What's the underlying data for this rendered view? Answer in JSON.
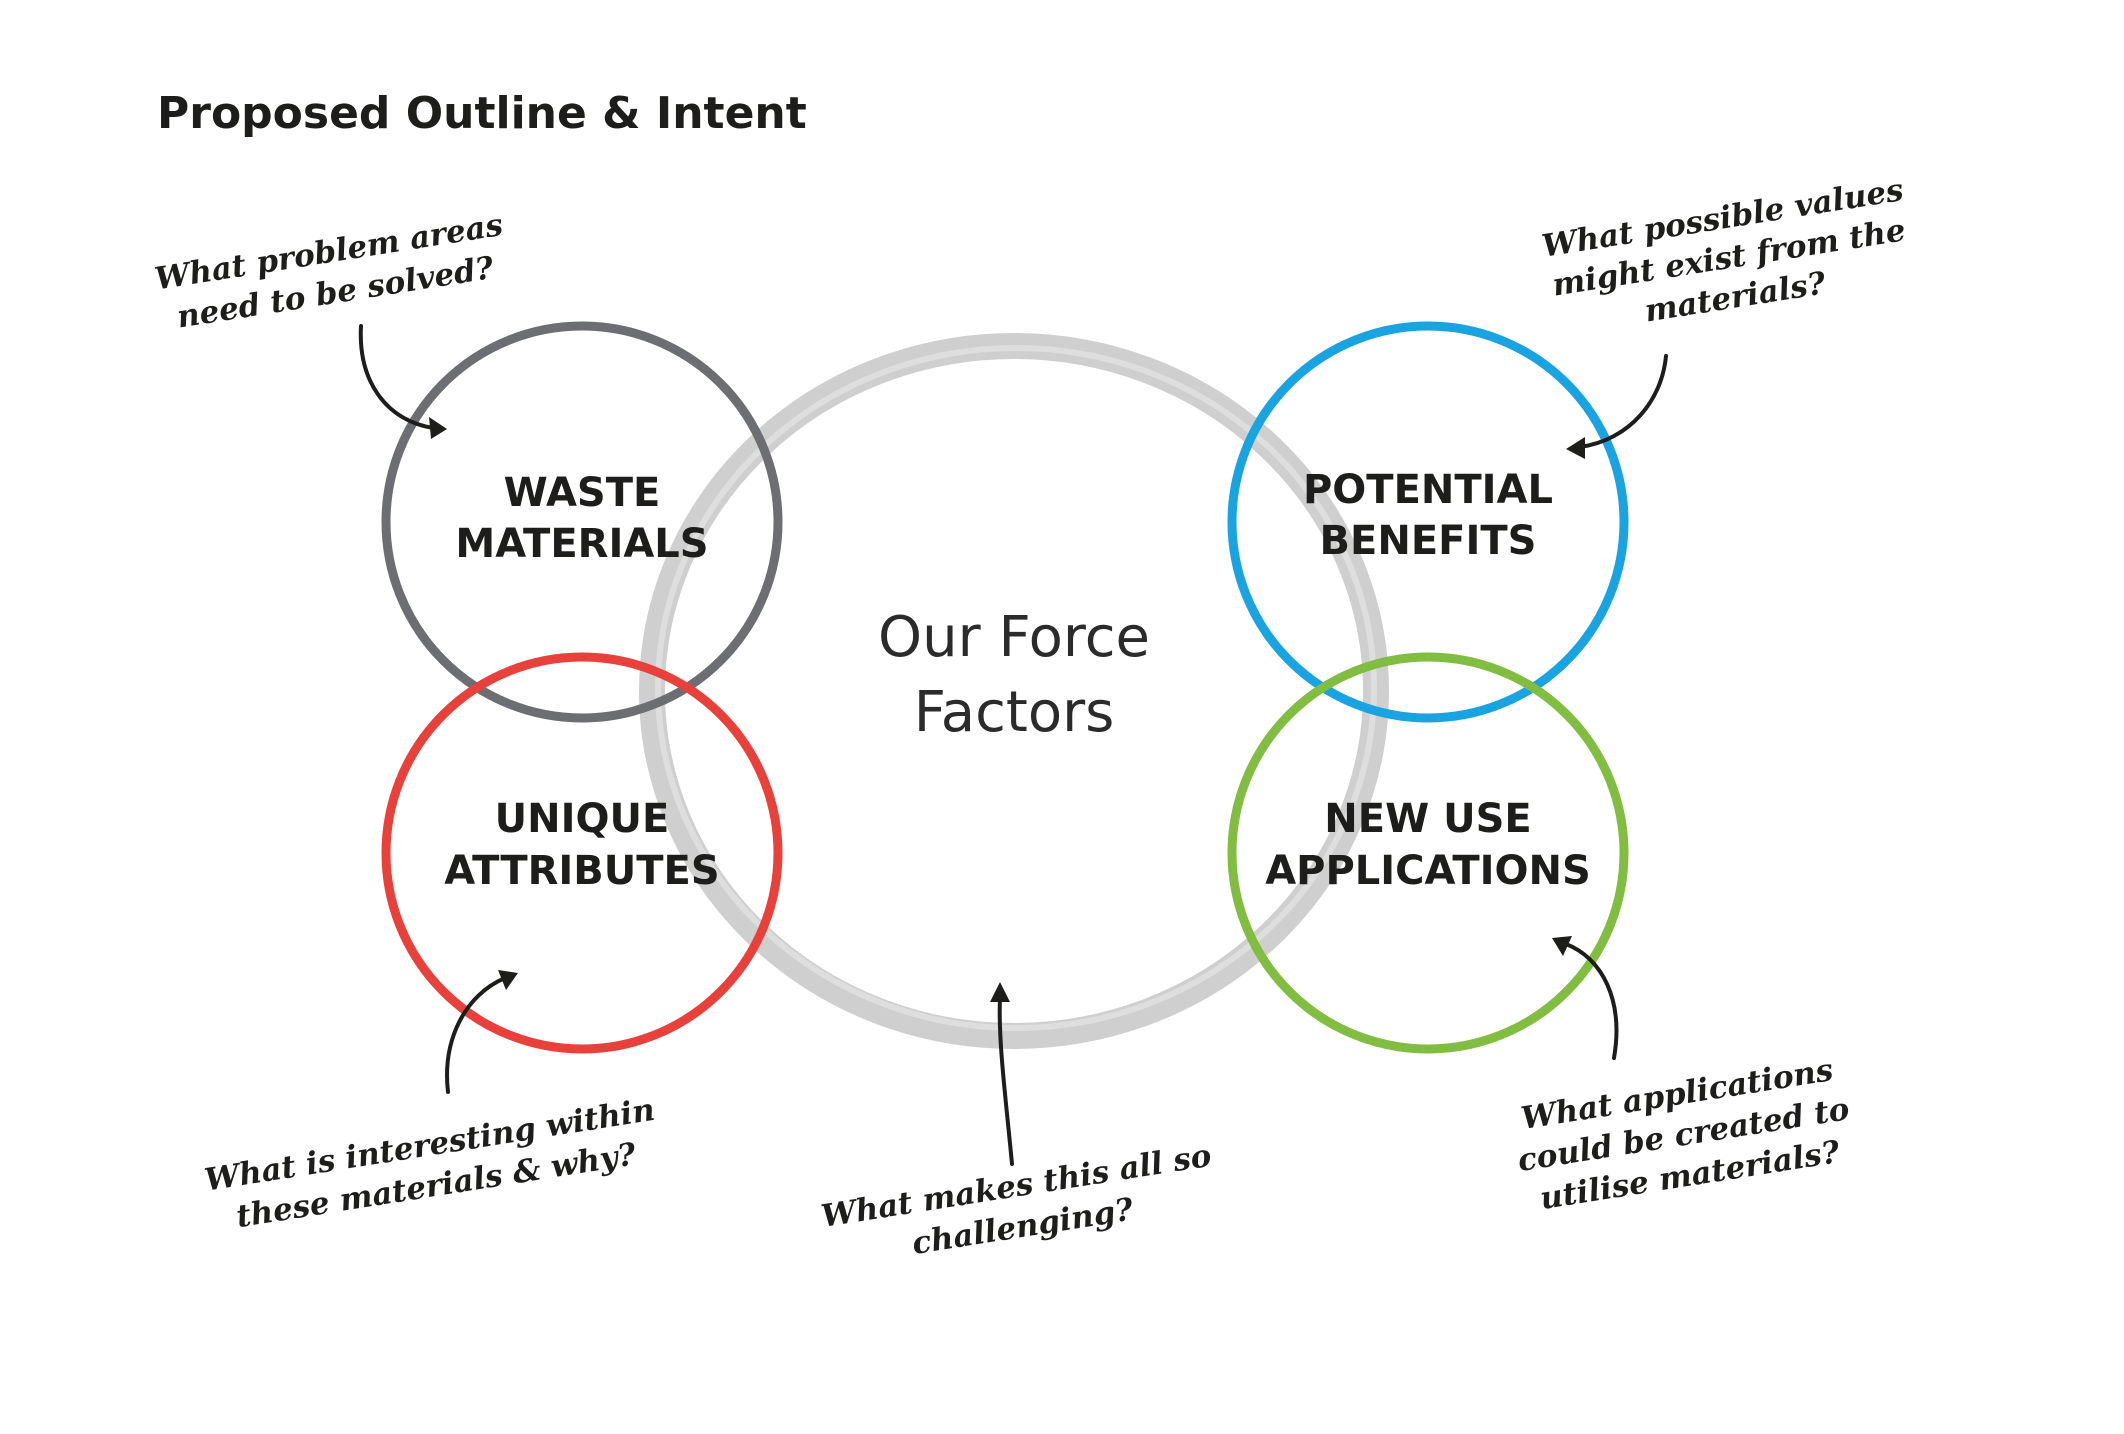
{
  "title": "Proposed Outline & Intent",
  "center": {
    "line1": "Our Force",
    "line2": "Factors"
  },
  "circles": [
    {
      "line1": "WASTE",
      "line2": "MATERIALS",
      "color": "#6d6e71"
    },
    {
      "line1": "UNIQUE",
      "line2": "ATTRIBUTES",
      "color": "#e8413c"
    },
    {
      "line1": "POTENTIAL",
      "line2": "BENEFITS",
      "color": "#1aa3e1"
    },
    {
      "line1": "NEW USE",
      "line2": "APPLICATIONS",
      "color": "#80bd41"
    }
  ],
  "center_ring_color": "#cfcfcf",
  "questions": [
    {
      "lines": [
        "What problem areas",
        "need to be solved?"
      ]
    },
    {
      "lines": [
        "What possible values",
        "might exist from the",
        "materials?"
      ]
    },
    {
      "lines": [
        "What is interesting within",
        "these materials & why?"
      ]
    },
    {
      "lines": [
        "What makes this all so",
        "challenging?"
      ]
    },
    {
      "lines": [
        "What applications",
        "could be created to",
        "utilise materials?"
      ]
    }
  ]
}
